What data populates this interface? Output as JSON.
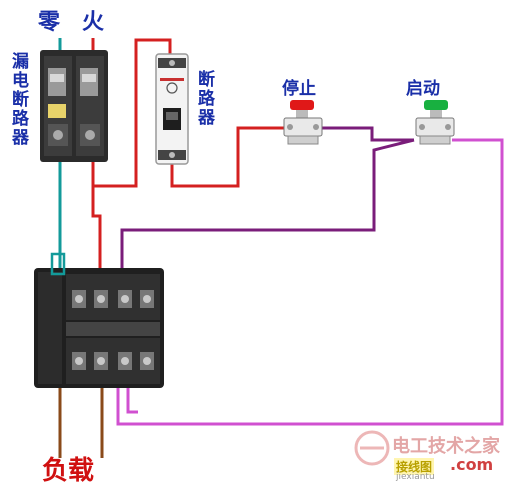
{
  "labels": {
    "neutral": "零",
    "live": "火",
    "rcd_breaker": "漏电断路器",
    "breaker": "断路器",
    "stop": "停止",
    "start": "启动",
    "load": "负载"
  },
  "watermark": {
    "cn": "电工技术之家",
    "site_a": "接线图",
    "site_b": ".com",
    "site_pinyin": "jiexiantu"
  },
  "colors": {
    "wire_live": "#d42020",
    "wire_neutral": "#139a9a",
    "wire_control": "#7a1d7a",
    "wire_control_return": "#d050d0",
    "wire_load": "#8a4a1a",
    "label_blue": "#1a2fa8",
    "label_red": "#d01010",
    "stop_button": "#e01818",
    "start_button": "#18b040"
  },
  "icons": [
    "rcd-breaker-icon",
    "breaker-icon",
    "stop-button-icon",
    "start-button-icon",
    "contactor-icon"
  ]
}
